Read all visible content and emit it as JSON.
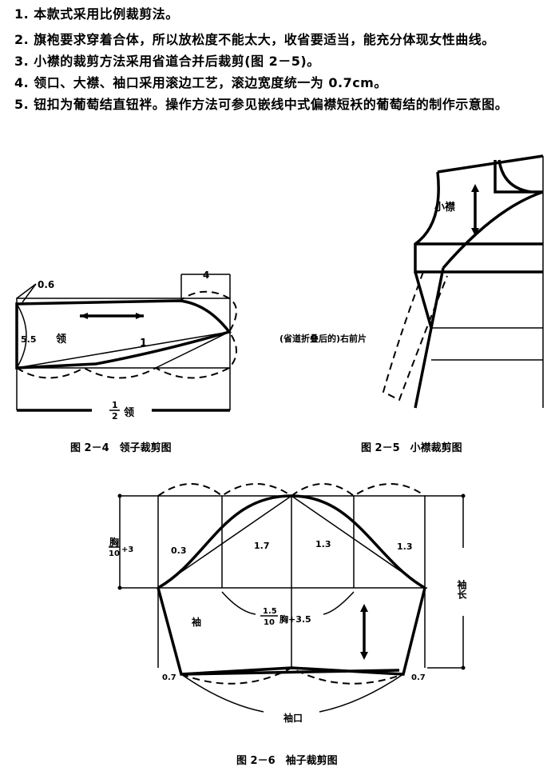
{
  "instructions": [
    "1. 本款式采用比例裁剪法。",
    "2. 旗袍要求穿着合体，所以放松度不能太大，收省要适当，能充分体现女性曲线。",
    "3. 小襟的裁剪方法采用省道合并后裁剪(图 2－5)。",
    "4. 领口、大襟、袖口采用滚边工艺，滚边宽度统一为 0.7cm。",
    "5. 钮扣为葡萄结直钮袢。操作方法可参见嵌线中式偏襟短袄的葡萄结的制作示意图。"
  ],
  "fig_2_4": {
    "caption": "图 2－4　领子裁剪图",
    "labels": {
      "top_offset": "0.6",
      "width_end": "4",
      "height": "5.5",
      "piece": "领",
      "curve": "1",
      "half_frac_num": "1",
      "half_frac_den": "2",
      "half_label": "领"
    }
  },
  "fig_2_5": {
    "caption": "图 2－5　小襟裁剪图",
    "labels": {
      "piece": "小襟",
      "front": "(省道折叠后的)右前片"
    }
  },
  "fig_2_6": {
    "caption": "图 2－6　袖子裁剪图",
    "labels": {
      "cap_height_num": "胸",
      "cap_height_den": "10",
      "cap_height_add": "+3",
      "c1": "0.3",
      "c2": "1.7",
      "c3": "1.3",
      "c4": "1.3",
      "length": "袖长",
      "piece": "袖",
      "width_num": "1.5",
      "width_den": "10",
      "width_rest": "胸+3.5",
      "cuff_left": "0.7",
      "cuff_right": "0.7",
      "cuff": "袖口"
    }
  }
}
